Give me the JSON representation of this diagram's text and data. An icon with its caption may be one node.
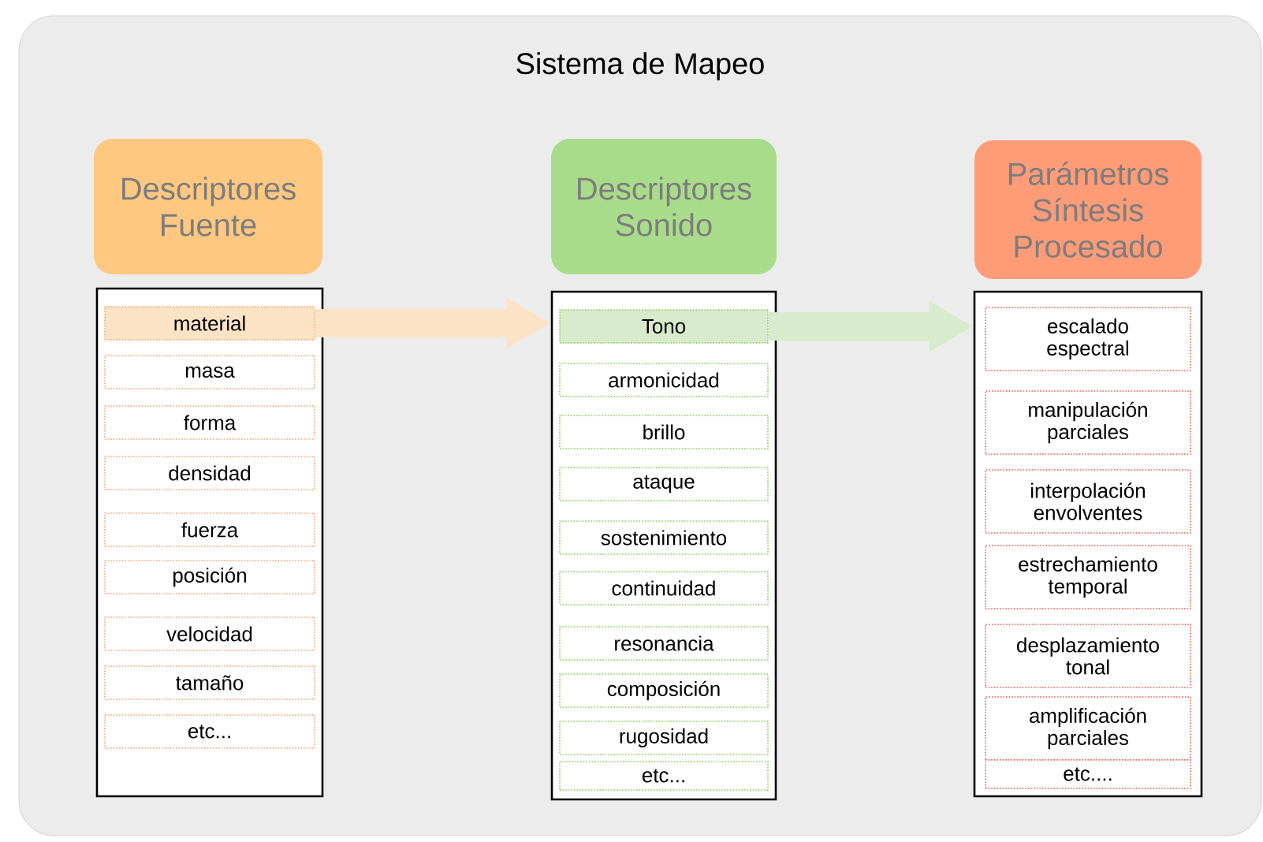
{
  "diagram": {
    "nodes": [
      {
        "text": [
          "Sistema de Mapeo"
        ]
      },
      {
        "text": [
          "Descriptores Fuente"
        ],
        "in": 0
      },
      {
        "text": [
          "Descriptores Sonido"
        ],
        "in": 0
      },
      {
        "text": [
          "Parámetros Síntesis Procesado"
        ],
        "in": 0
      },
      {
        "text": [],
        "shape": "box",
        "in": 0
      },
      {
        "text": [
          "material"
        ],
        "in": 4
      },
      {
        "text": [
          "masa"
        ],
        "in": 4
      },
      {
        "text": [
          "forma"
        ],
        "in": 4
      },
      {
        "text": [
          "densidad"
        ],
        "in": 4
      },
      {
        "text": [
          "fuerza"
        ],
        "in": 4
      },
      {
        "text": [
          "posición"
        ],
        "in": 4
      },
      {
        "text": [
          "velocidad"
        ],
        "in": 4
      },
      {
        "text": [
          "tamaño"
        ],
        "in": 4
      },
      {
        "text": [
          "etc..."
        ],
        "in": 4
      },
      {
        "text": [],
        "shape": "box",
        "in": 0
      },
      {
        "text": [
          "Tono"
        ],
        "in": 14
      },
      {
        "text": [
          "armonicidad"
        ],
        "in": 14
      },
      {
        "text": [
          "brillo"
        ],
        "in": 14
      },
      {
        "text": [
          "ataque"
        ],
        "in": 14
      },
      {
        "text": [
          "sostenimiento"
        ],
        "in": 14
      },
      {
        "text": [
          "continuidad"
        ],
        "in": 14
      },
      {
        "text": [
          "resonancia"
        ],
        "in": 14
      },
      {
        "text": [
          "composición"
        ],
        "in": 14
      },
      {
        "text": [
          "rugosidad"
        ],
        "in": 14
      },
      {
        "text": [
          "etc..."
        ],
        "in": 14
      },
      {
        "text": [],
        "shape": "box",
        "in": 0
      },
      {
        "text": [
          "escalado espectral"
        ],
        "in": 25
      },
      {
        "text": [
          "manipulación parciales"
        ],
        "in": 25
      },
      {
        "text": [
          "interpolación envolventes"
        ],
        "in": 25
      },
      {
        "text": [
          "estrechamiento temporal"
        ],
        "in": 25
      },
      {
        "text": [
          "desplazamiento tonal"
        ],
        "in": 25
      },
      {
        "text": [
          "amplificación parciales"
        ],
        "in": 25
      },
      {
        "text": [
          "etc...."
        ],
        "in": 25
      }
    ],
    "edges": [
      {
        "from": 5,
        "to": 14,
        "arrow": "to",
        "color": "#fde3c6"
      },
      {
        "from": 15,
        "to": 25,
        "arrow": "to",
        "color": "#d8ebcc"
      }
    ]
  }
}
